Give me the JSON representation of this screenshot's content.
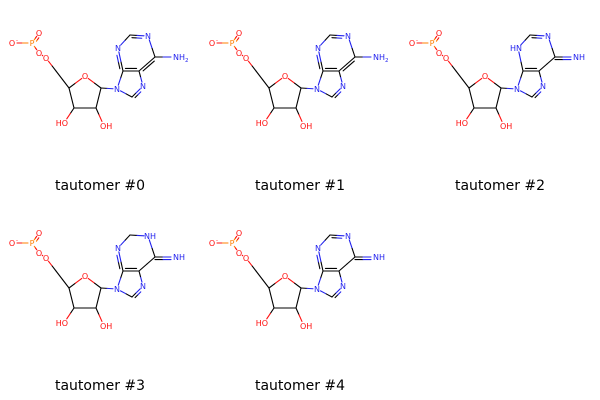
{
  "colors": {
    "bond": "#000000",
    "oxygen": "#ff0d0d",
    "nitrogen": "#2222ee",
    "phosphorus": "#ff8000",
    "caption": "#000000"
  },
  "cells": [
    {
      "caption": "tautomer #0",
      "exocyclic_label": "NH",
      "exocyclic_sub": "2",
      "exocyclic_double": false,
      "nh_ring_label": "",
      "nh_position": "none"
    },
    {
      "caption": "tautomer #1",
      "exocyclic_label": "NH",
      "exocyclic_sub": "2",
      "exocyclic_double": false,
      "nh_ring_label": "",
      "nh_position": "none"
    },
    {
      "caption": "tautomer #2",
      "exocyclic_label": "NH",
      "exocyclic_sub": "",
      "exocyclic_double": true,
      "nh_ring_label": "HN",
      "nh_position": "n3"
    },
    {
      "caption": "tautomer #3",
      "exocyclic_label": "NH",
      "exocyclic_sub": "",
      "exocyclic_double": true,
      "nh_ring_label": "NH",
      "nh_position": "n1"
    },
    {
      "caption": "tautomer #4",
      "exocyclic_label": "NH",
      "exocyclic_sub": "",
      "exocyclic_double": true,
      "nh_ring_label": "",
      "nh_position": "none"
    }
  ],
  "atoms": {
    "phosphorus": "P",
    "oxygen": "O",
    "o_minus": "O",
    "minus": "-",
    "nitrogen": "N",
    "hydroxyl_left": "HO",
    "hydroxyl_right": "OH"
  }
}
